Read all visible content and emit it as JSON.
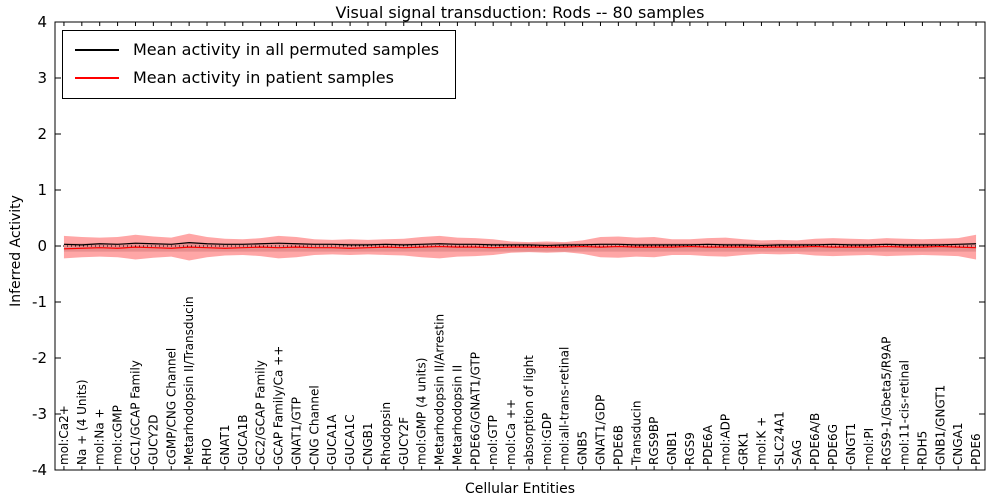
{
  "chart_data": {
    "type": "line",
    "title": "Visual signal transduction: Rods -- 80 samples",
    "xlabel": "Cellular Entities",
    "ylabel": "Inferred Activity",
    "ylim": [
      -4,
      4
    ],
    "yticks": [
      -4,
      -3,
      -2,
      -1,
      0,
      1,
      2,
      3,
      4
    ],
    "grid": false,
    "legend_position": "upper-left",
    "categories": [
      "mol:Ca2+",
      "Na + (4 Units)",
      "mol:Na +",
      "mol:cGMP",
      "GC1/GCAP Family",
      "GUCY2D",
      "cGMP/CNG Channel",
      "Metarhodopsin II/Transducin",
      "RHO",
      "GNAT1",
      "GUCA1B",
      "GC2/GCAP Family",
      "GCAP Family/Ca ++",
      "GNAT1/GTP",
      "CNG Channel",
      "GUCA1A",
      "GUCA1C",
      "CNGB1",
      "Rhodopsin",
      "GUCY2F",
      "mol:GMP (4 units)",
      "Metarhodopsin II/Arrestin",
      "Metarhodopsin II",
      "PDE6G/GNAT1/GTP",
      "mol:GTP",
      "mol:Ca ++",
      "absorption of light",
      "mol:GDP",
      "mol:all-trans-retinal",
      "GNB5",
      "GNAT1/GDP",
      "PDE6B",
      "Transducin",
      "RGS9BP",
      "GNB1",
      "RGS9",
      "PDE6A",
      "mol:ADP",
      "GRK1",
      "mol:K +",
      "SLC24A1",
      "SAG",
      "PDE6A/B",
      "PDE6G",
      "GNGT1",
      "mol:PI",
      "RGS9-1/Gbeta5/R9AP",
      "mol:11-cis-retinal",
      "RDH5",
      "GNB1/GNGT1",
      "CNGA1",
      "PDE6"
    ],
    "series": [
      {
        "name": "Mean activity in all permuted samples",
        "color": "#000000",
        "values": [
          0.03,
          0.02,
          0.04,
          0.03,
          0.05,
          0.04,
          0.03,
          0.06,
          0.04,
          0.03,
          0.03,
          0.04,
          0.05,
          0.04,
          0.03,
          0.03,
          0.02,
          0.02,
          0.03,
          0.02,
          0.03,
          0.04,
          0.03,
          0.03,
          0.02,
          0.02,
          0.02,
          0.01,
          0.02,
          0.02,
          0.03,
          0.03,
          0.02,
          0.02,
          0.02,
          0.02,
          0.03,
          0.02,
          0.02,
          0.01,
          0.02,
          0.02,
          0.02,
          0.03,
          0.02,
          0.02,
          0.03,
          0.02,
          0.02,
          0.02,
          0.03,
          0.04
        ]
      },
      {
        "name": "Mean activity in patient samples",
        "color": "#ff0000",
        "values": [
          -0.05,
          -0.04,
          -0.03,
          -0.04,
          -0.02,
          -0.03,
          -0.04,
          -0.02,
          -0.03,
          -0.04,
          -0.03,
          -0.02,
          -0.03,
          -0.02,
          -0.03,
          -0.03,
          -0.04,
          -0.03,
          -0.02,
          -0.03,
          -0.02,
          -0.01,
          -0.02,
          -0.02,
          -0.03,
          -0.02,
          -0.02,
          -0.02,
          -0.02,
          -0.01,
          -0.02,
          -0.01,
          -0.02,
          -0.02,
          -0.02,
          -0.01,
          -0.02,
          -0.02,
          -0.02,
          -0.02,
          -0.02,
          -0.02,
          -0.01,
          -0.02,
          -0.02,
          -0.02,
          -0.01,
          -0.02,
          -0.02,
          -0.01,
          -0.02,
          -0.03
        ]
      }
    ],
    "bands": [
      {
        "name": "permuted-range",
        "color": "#bbbbbb",
        "opacity": 0.55,
        "upper": 0.05,
        "lower": -0.1
      },
      {
        "name": "patient-range",
        "color": "#ff0000",
        "opacity": 0.35,
        "upper": [
          0.18,
          0.16,
          0.15,
          0.16,
          0.2,
          0.17,
          0.15,
          0.22,
          0.16,
          0.13,
          0.12,
          0.14,
          0.18,
          0.16,
          0.12,
          0.11,
          0.12,
          0.11,
          0.12,
          0.13,
          0.16,
          0.18,
          0.15,
          0.14,
          0.12,
          0.08,
          0.07,
          0.08,
          0.07,
          0.1,
          0.16,
          0.17,
          0.15,
          0.16,
          0.12,
          0.12,
          0.14,
          0.15,
          0.12,
          0.1,
          0.11,
          0.1,
          0.13,
          0.14,
          0.13,
          0.12,
          0.14,
          0.13,
          0.12,
          0.13,
          0.14,
          0.2
        ],
        "lower": [
          -0.22,
          -0.2,
          -0.19,
          -0.2,
          -0.24,
          -0.21,
          -0.19,
          -0.26,
          -0.2,
          -0.17,
          -0.16,
          -0.18,
          -0.22,
          -0.2,
          -0.16,
          -0.15,
          -0.16,
          -0.15,
          -0.16,
          -0.17,
          -0.2,
          -0.22,
          -0.19,
          -0.18,
          -0.16,
          -0.12,
          -0.11,
          -0.12,
          -0.11,
          -0.14,
          -0.2,
          -0.21,
          -0.19,
          -0.2,
          -0.16,
          -0.16,
          -0.18,
          -0.19,
          -0.16,
          -0.14,
          -0.15,
          -0.14,
          -0.17,
          -0.18,
          -0.17,
          -0.16,
          -0.18,
          -0.17,
          -0.16,
          -0.17,
          -0.18,
          -0.24
        ]
      }
    ],
    "zero_line": true
  }
}
